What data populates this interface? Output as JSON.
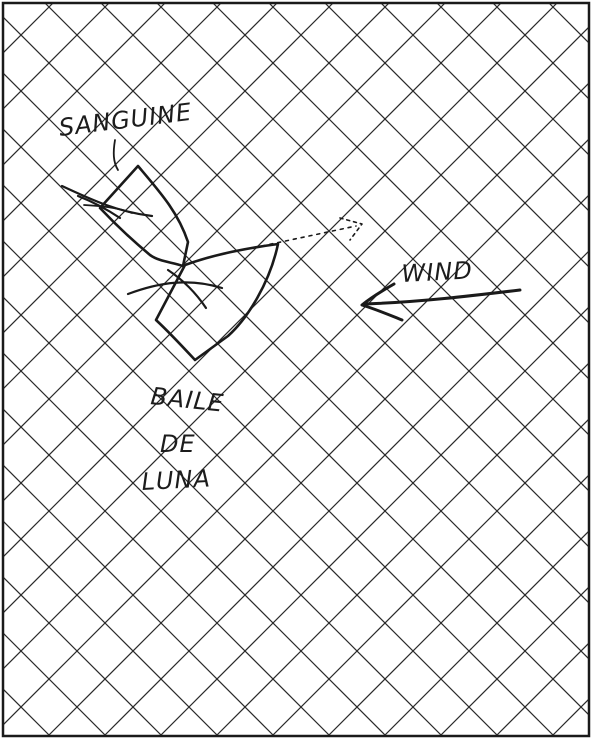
{
  "labels": {
    "boat_top": "SANGUINE",
    "boat_bottom_line1": "BAILE",
    "boat_bottom_line2": "DE",
    "boat_bottom_line3": "LUNA",
    "wind": "WIND"
  },
  "colors": {
    "paper": "#ffffff",
    "ink": "#1a1a1a",
    "grid": "#2a2a2a"
  }
}
